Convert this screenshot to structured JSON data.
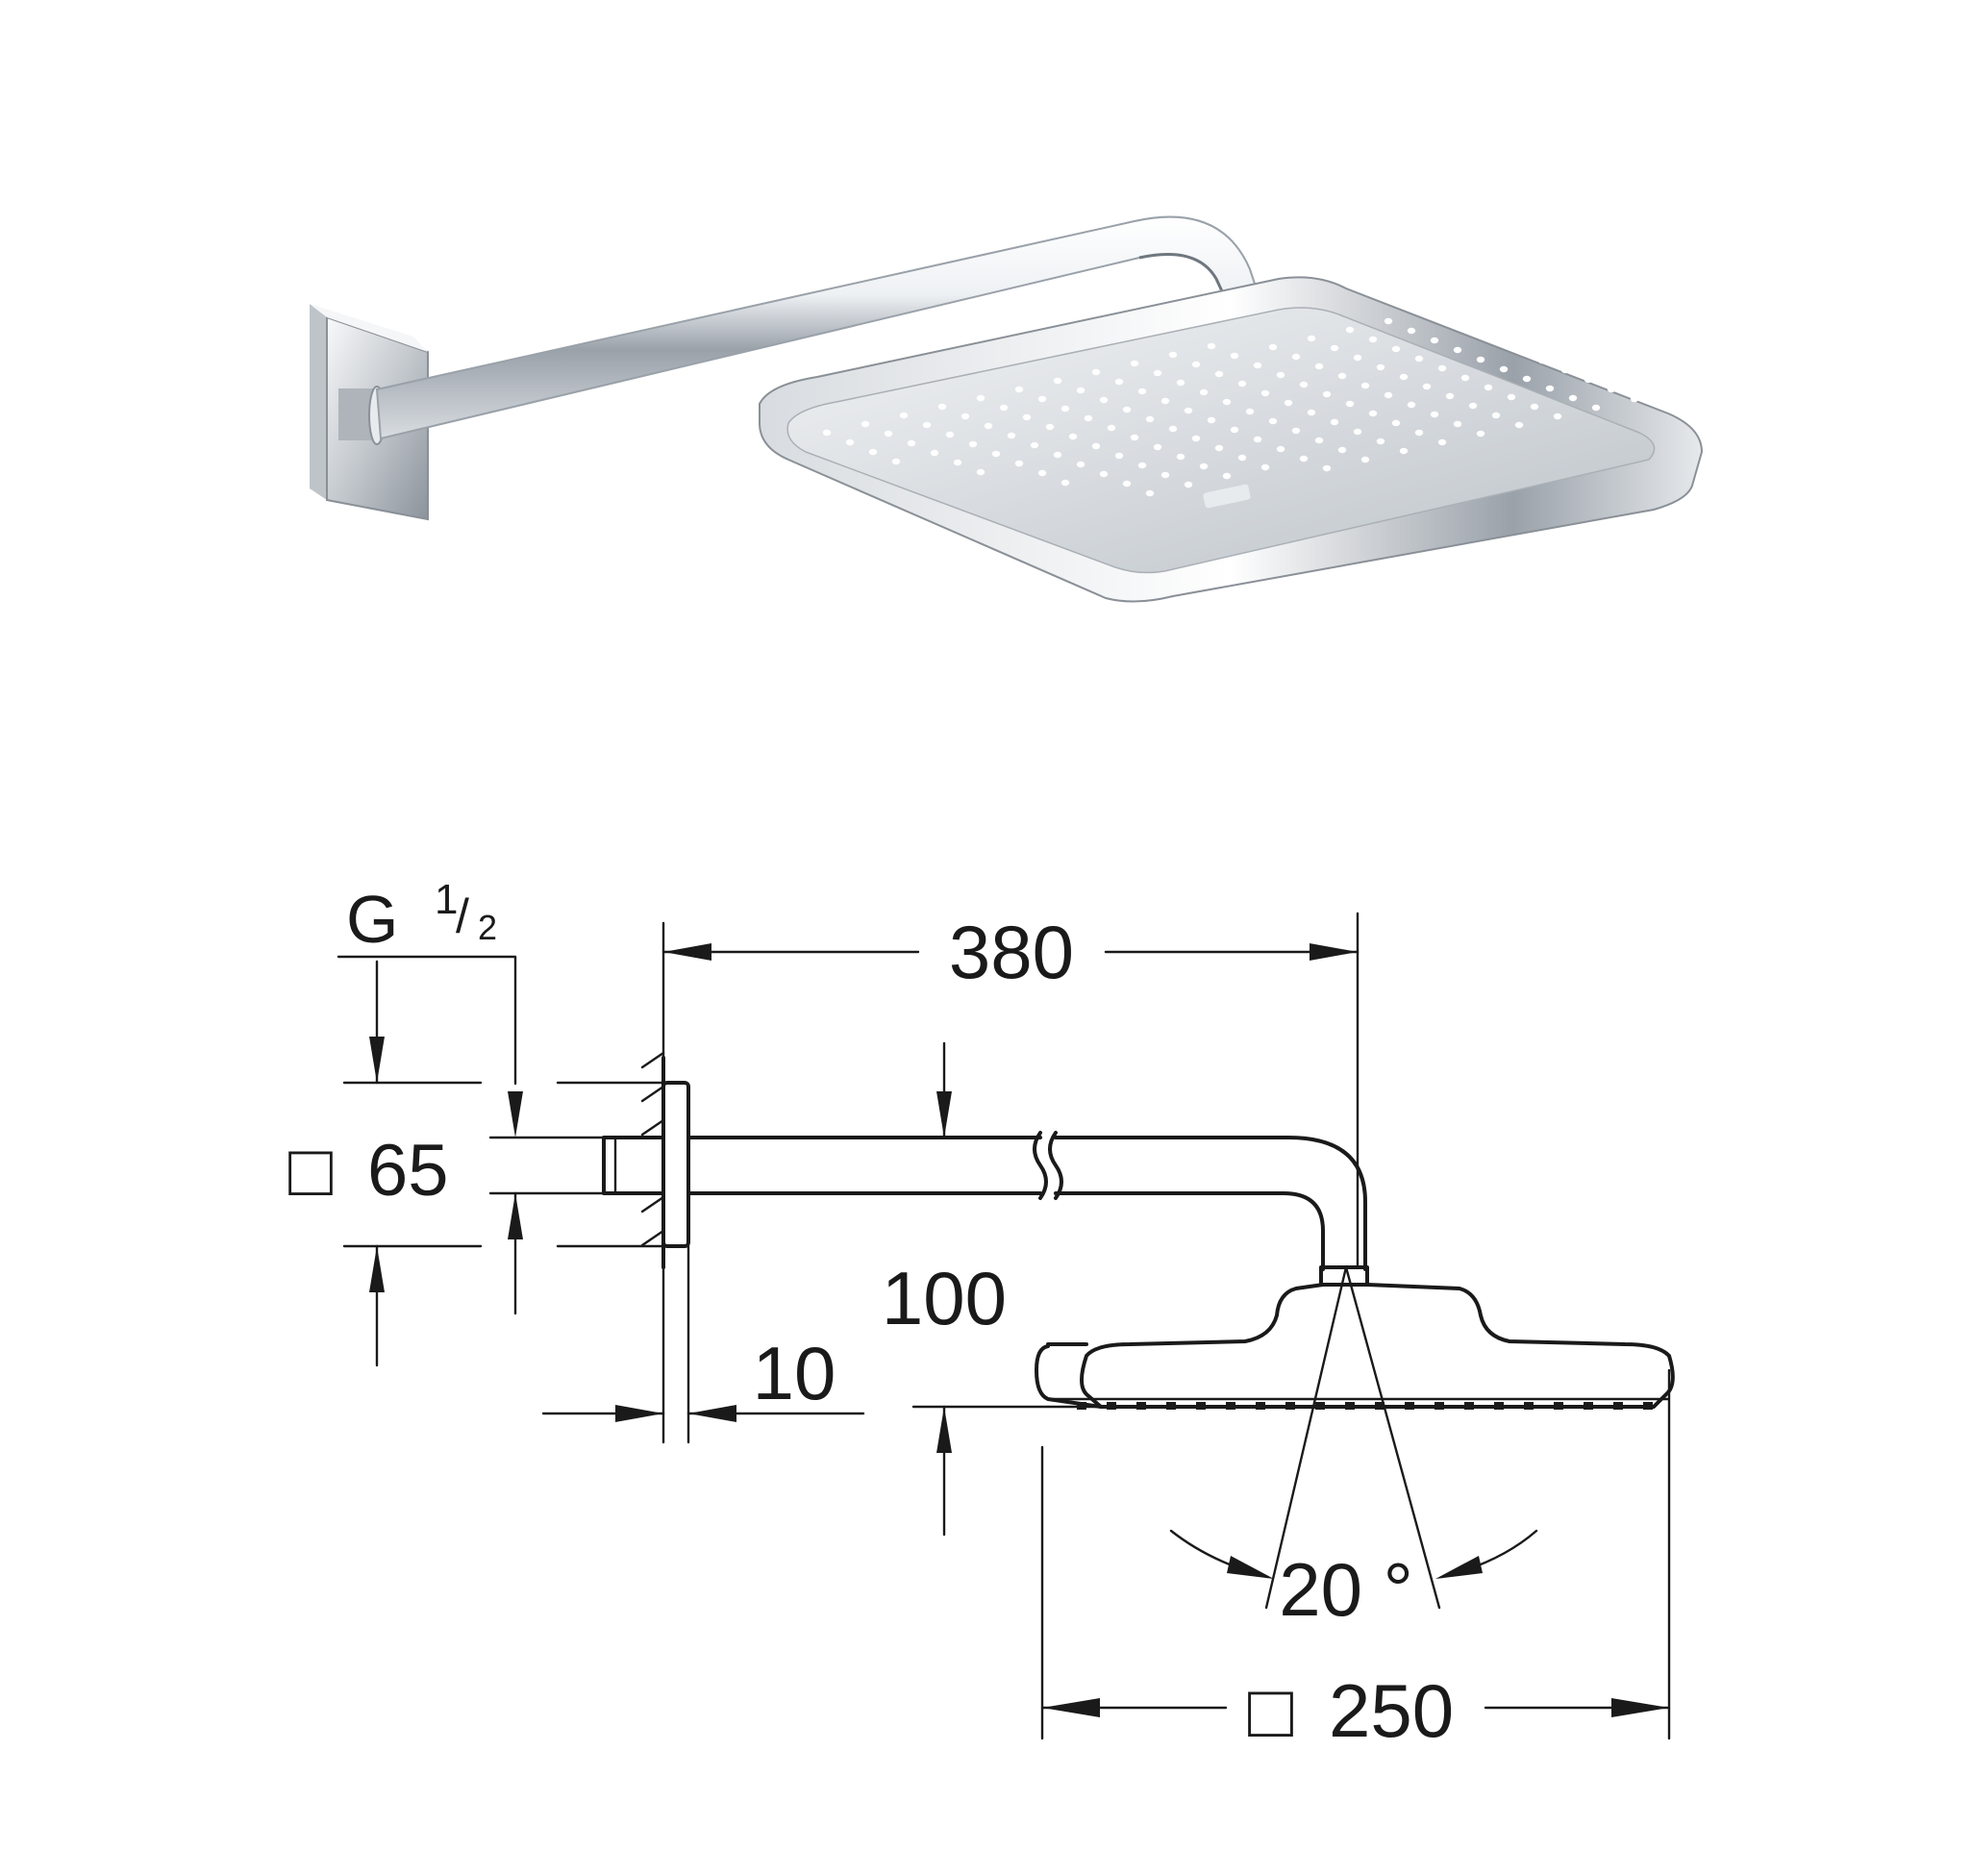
{
  "product_illustration": {
    "description_icon": "overhead-shower-with-wall-arm-icon"
  },
  "dimensions": {
    "connection_thread": {
      "label": "G",
      "sup": "1",
      "sub": "2",
      "sep": "/"
    },
    "flange_size": {
      "symbol": "□",
      "value": "65"
    },
    "arm_length": "380",
    "arm_drop": "100",
    "wall_gap": "10",
    "tilt_angle": "20 °",
    "head_size": {
      "symbol": "□",
      "value": "250"
    }
  },
  "colors": {
    "line": "#1a1a1a",
    "chrome_light": "#f4f6f8",
    "chrome_mid": "#c9ced4",
    "chrome_dark": "#7d858e",
    "nozzle": "#ffffff"
  }
}
